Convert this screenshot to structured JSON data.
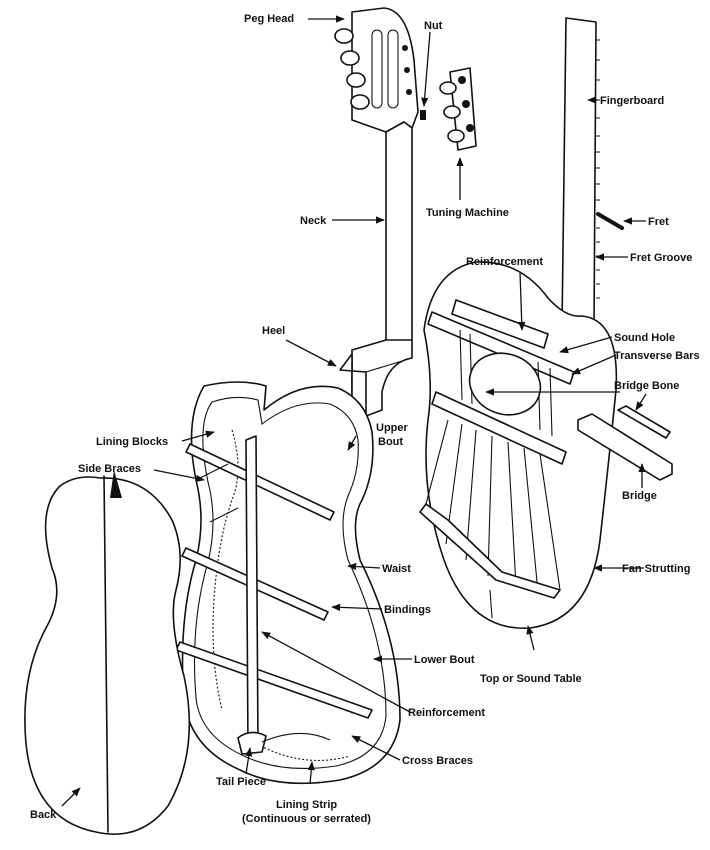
{
  "labels": {
    "peg_head": "Peg Head",
    "nut": "Nut",
    "fingerboard": "Fingerboard",
    "neck": "Neck",
    "tuning_machine": "Tuning Machine",
    "fret": "Fret",
    "fret_groove": "Fret Groove",
    "reinforcement_top": "Reinforcement",
    "heel": "Heel",
    "sound_hole": "Sound Hole",
    "transverse_bars": "Transverse Bars",
    "bridge_bone": "Bridge Bone",
    "upper_bout_1": "Upper",
    "upper_bout_2": "Bout",
    "lining_blocks": "Lining Blocks",
    "side_braces": "Side Braces",
    "bridge": "Bridge",
    "waist": "Waist",
    "fan_strutting": "Fan Strutting",
    "bindings": "Bindings",
    "lower_bout": "Lower Bout",
    "top_sound_table": "Top or Sound Table",
    "reinforcement_bottom": "Reinforcement",
    "cross_braces": "Cross Braces",
    "tail_piece": "Tail Piece",
    "lining_strip_1": "Lining Strip",
    "lining_strip_2": "(Continuous or serrated)",
    "back": "Back"
  }
}
